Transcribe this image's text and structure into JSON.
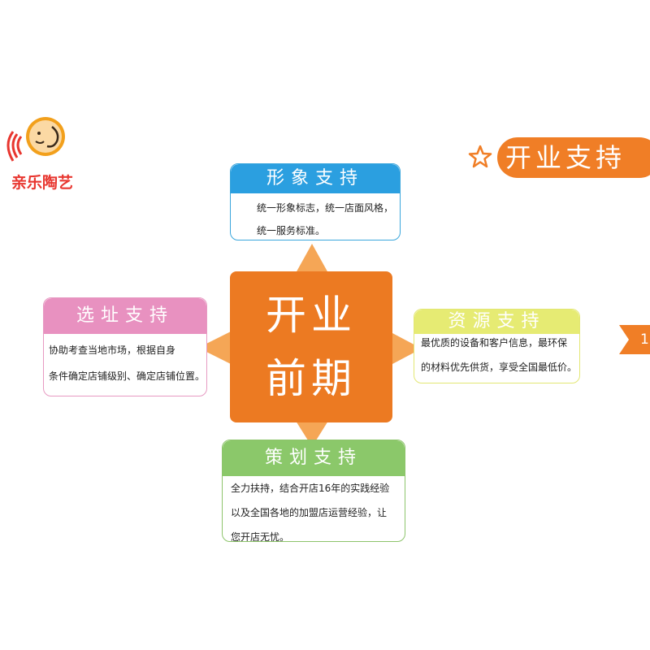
{
  "brand": {
    "name": "亲乐陶艺",
    "colors": {
      "red": "#e8362f",
      "blue": "#2b6fb6",
      "face": "#f2a01c"
    }
  },
  "header": {
    "title": "开业支持",
    "star_icon": "star-outline-icon",
    "accent": "#f07e26"
  },
  "next_tab": {
    "label": "1"
  },
  "center": {
    "line1": "开业",
    "line2": "前期",
    "color": "#ec7a22"
  },
  "cards": {
    "image": {
      "title": "形象支持",
      "lines": [
        "统一形象标志，统一店面风格，",
        "统一服务标准。"
      ],
      "color": "#2b9fe0"
    },
    "site": {
      "title": "选址支持",
      "lines": [
        "协助考查当地市场，根据自身",
        "条件确定店铺级别、确定店铺位置。"
      ],
      "color": "#e891c0"
    },
    "resource": {
      "title": "资源支持",
      "lines": [
        "最优质的设备和客户信息，最环保",
        "的材料优先供货，享受全国最低价。"
      ],
      "color": "#e6eb73"
    },
    "plan": {
      "title": "策划支持",
      "lines": [
        "全力扶持，结合开店16年的实践经验",
        "以及全国各地的加盟店运营经验，让",
        "您开店无忧。"
      ],
      "color": "#8bc86a"
    }
  }
}
